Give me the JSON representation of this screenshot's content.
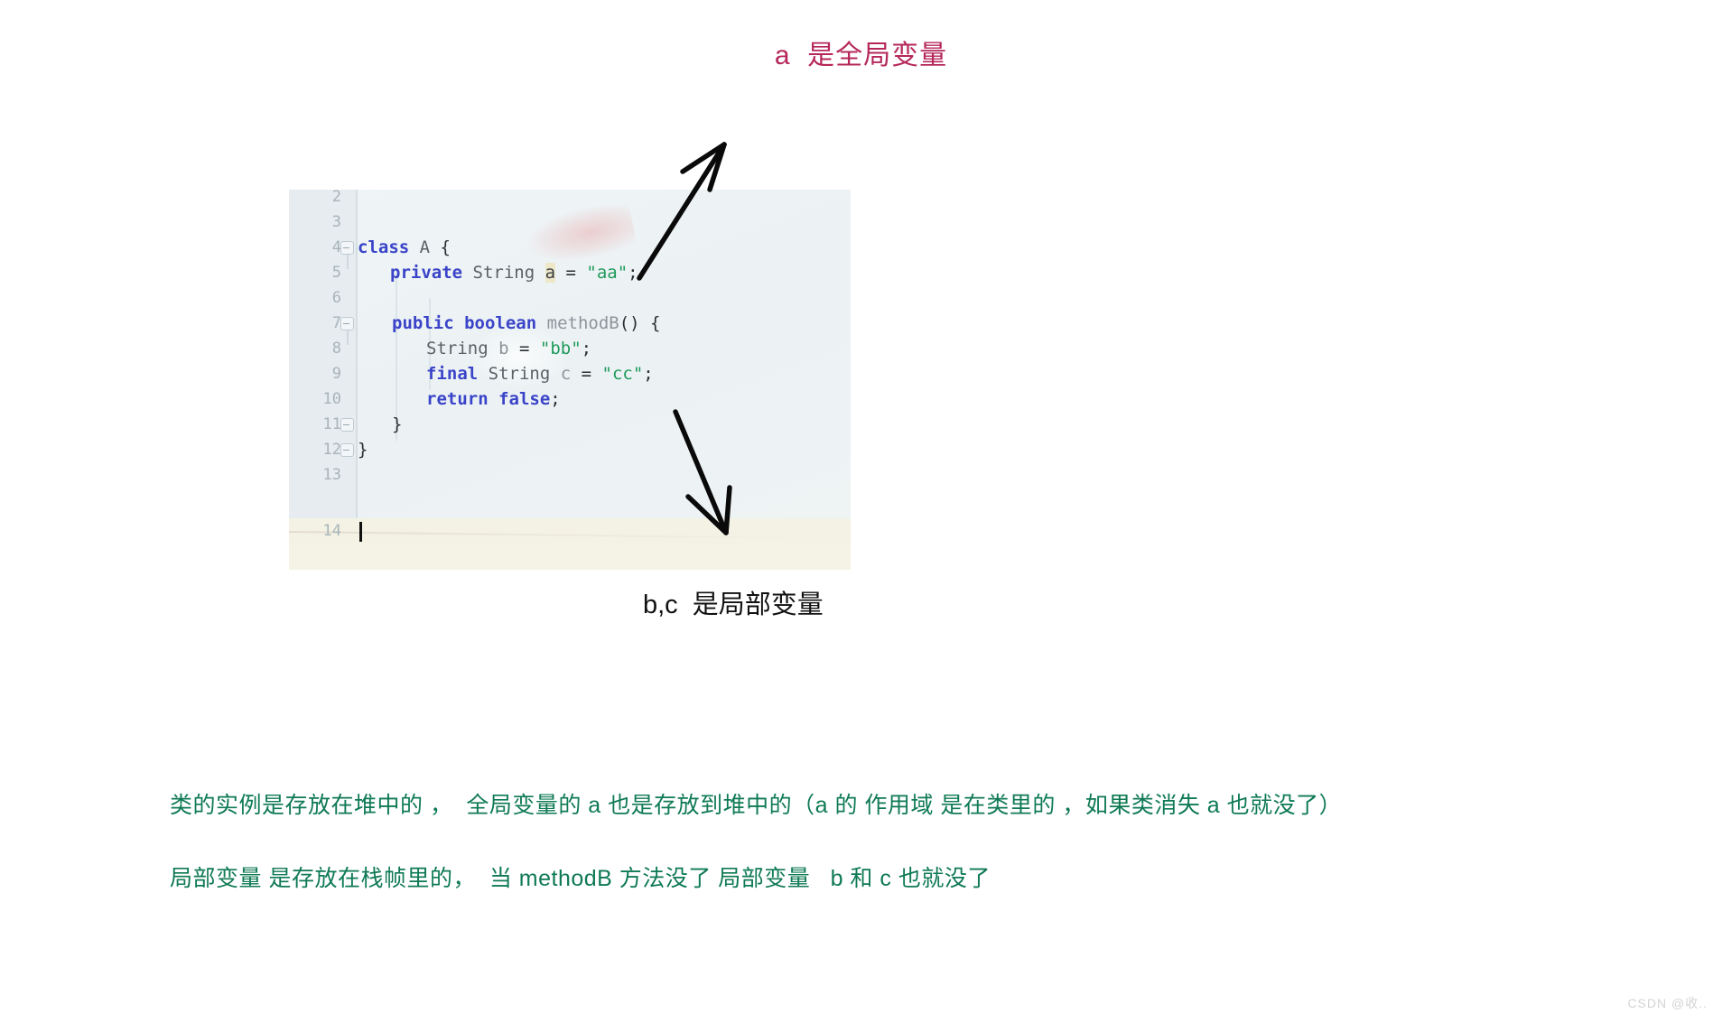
{
  "title": "a  是全局变量",
  "caption_local": "b,c  是局部变量",
  "code_editor": {
    "lines": [
      {
        "number": "2",
        "text": ""
      },
      {
        "number": "3",
        "text": ""
      },
      {
        "number": "4",
        "text": "class A {"
      },
      {
        "number": "5",
        "text": "    private String a = \"aa\";"
      },
      {
        "number": "6",
        "text": ""
      },
      {
        "number": "7",
        "text": "    public boolean methodB() {"
      },
      {
        "number": "8",
        "text": "        String b = \"bb\";"
      },
      {
        "number": "9",
        "text": "        final String c = \"cc\";"
      },
      {
        "number": "10",
        "text": "        return false;"
      },
      {
        "number": "11",
        "text": "    }"
      },
      {
        "number": "12",
        "text": "}"
      },
      {
        "number": "13",
        "text": ""
      },
      {
        "number": "14",
        "text": ""
      }
    ],
    "tokens": {
      "kw_class": "class",
      "type_a": "A",
      "brace_open": " {",
      "kw_private": "private",
      "type_string": "String",
      "var_a": "a",
      "assign": " = ",
      "str_aa": "\"aa\"",
      "semicolon": ";",
      "kw_public": "public",
      "kw_boolean": "boolean",
      "method_b": "methodB",
      "parens": "() {",
      "var_b": "b",
      "str_bb": "\"bb\"",
      "kw_final": "final",
      "var_c": "c",
      "str_cc": "\"cc\"",
      "kw_return": "return",
      "kw_false": "false",
      "brace_close_inner": "}",
      "brace_close_outer": "}"
    },
    "highlighted_variable": "a",
    "current_line": "14",
    "colors": {
      "background": "#eef3f5",
      "gutter": "#e6ecef",
      "line_number": "#a8b4ba",
      "keyword": "#3a44c8",
      "type": "#5a6166",
      "method": "#8d949a",
      "string": "#1f9a5c",
      "plain": "#2b2f33",
      "highlight_bg": "#eee8c8",
      "current_line_bg": "#f3f2e4"
    }
  },
  "annotations": {
    "arrow_up_name": "arrow pointing to global variable a",
    "arrow_down_name": "arrow pointing to local variables b and c"
  },
  "explanation": {
    "line1": "类的实例是存放在堆中的 ，  全局变量的 a 也是存放到堆中的（a 的 作用域 是在类里的 ，如果类消失 a 也就没了）",
    "line2": "局部变量 是存放在栈帧里的，  当 methodB 方法没了 局部变量   b 和 c 也就没了"
  },
  "watermark": "CSDN @收..",
  "theme": {
    "title_color": "#b5275a",
    "explanation_color": "#0f7a54",
    "caption_color": "#111111",
    "page_background": "#ffffff"
  }
}
